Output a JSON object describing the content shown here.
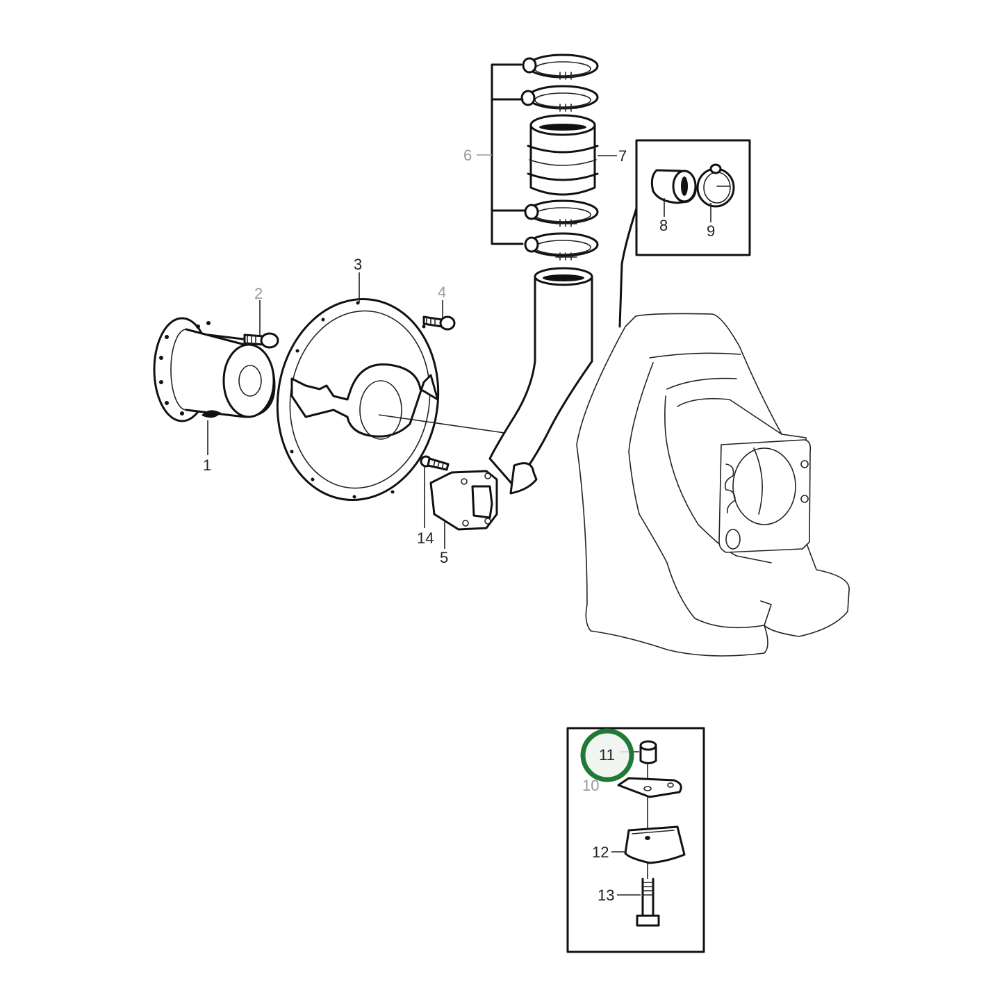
{
  "diagram": {
    "type": "exploded-parts-drawing",
    "highlight_color": "#1e7a34",
    "highlighted_callout": "11",
    "callouts": [
      {
        "id": "1",
        "label": "1"
      },
      {
        "id": "2",
        "label": "2"
      },
      {
        "id": "3",
        "label": "3"
      },
      {
        "id": "4",
        "label": "4"
      },
      {
        "id": "5",
        "label": "5"
      },
      {
        "id": "6",
        "label": "6"
      },
      {
        "id": "7",
        "label": "7"
      },
      {
        "id": "8",
        "label": "8"
      },
      {
        "id": "9",
        "label": "9"
      },
      {
        "id": "10",
        "label": "10"
      },
      {
        "id": "11",
        "label": "11"
      },
      {
        "id": "12",
        "label": "12"
      },
      {
        "id": "13",
        "label": "13"
      },
      {
        "id": "14",
        "label": "14"
      }
    ],
    "insets": [
      {
        "name": "hose-clamp-inset",
        "callouts": [
          "8",
          "9"
        ]
      },
      {
        "name": "mount-inset",
        "callouts": [
          "10",
          "11",
          "12",
          "13"
        ]
      }
    ]
  }
}
